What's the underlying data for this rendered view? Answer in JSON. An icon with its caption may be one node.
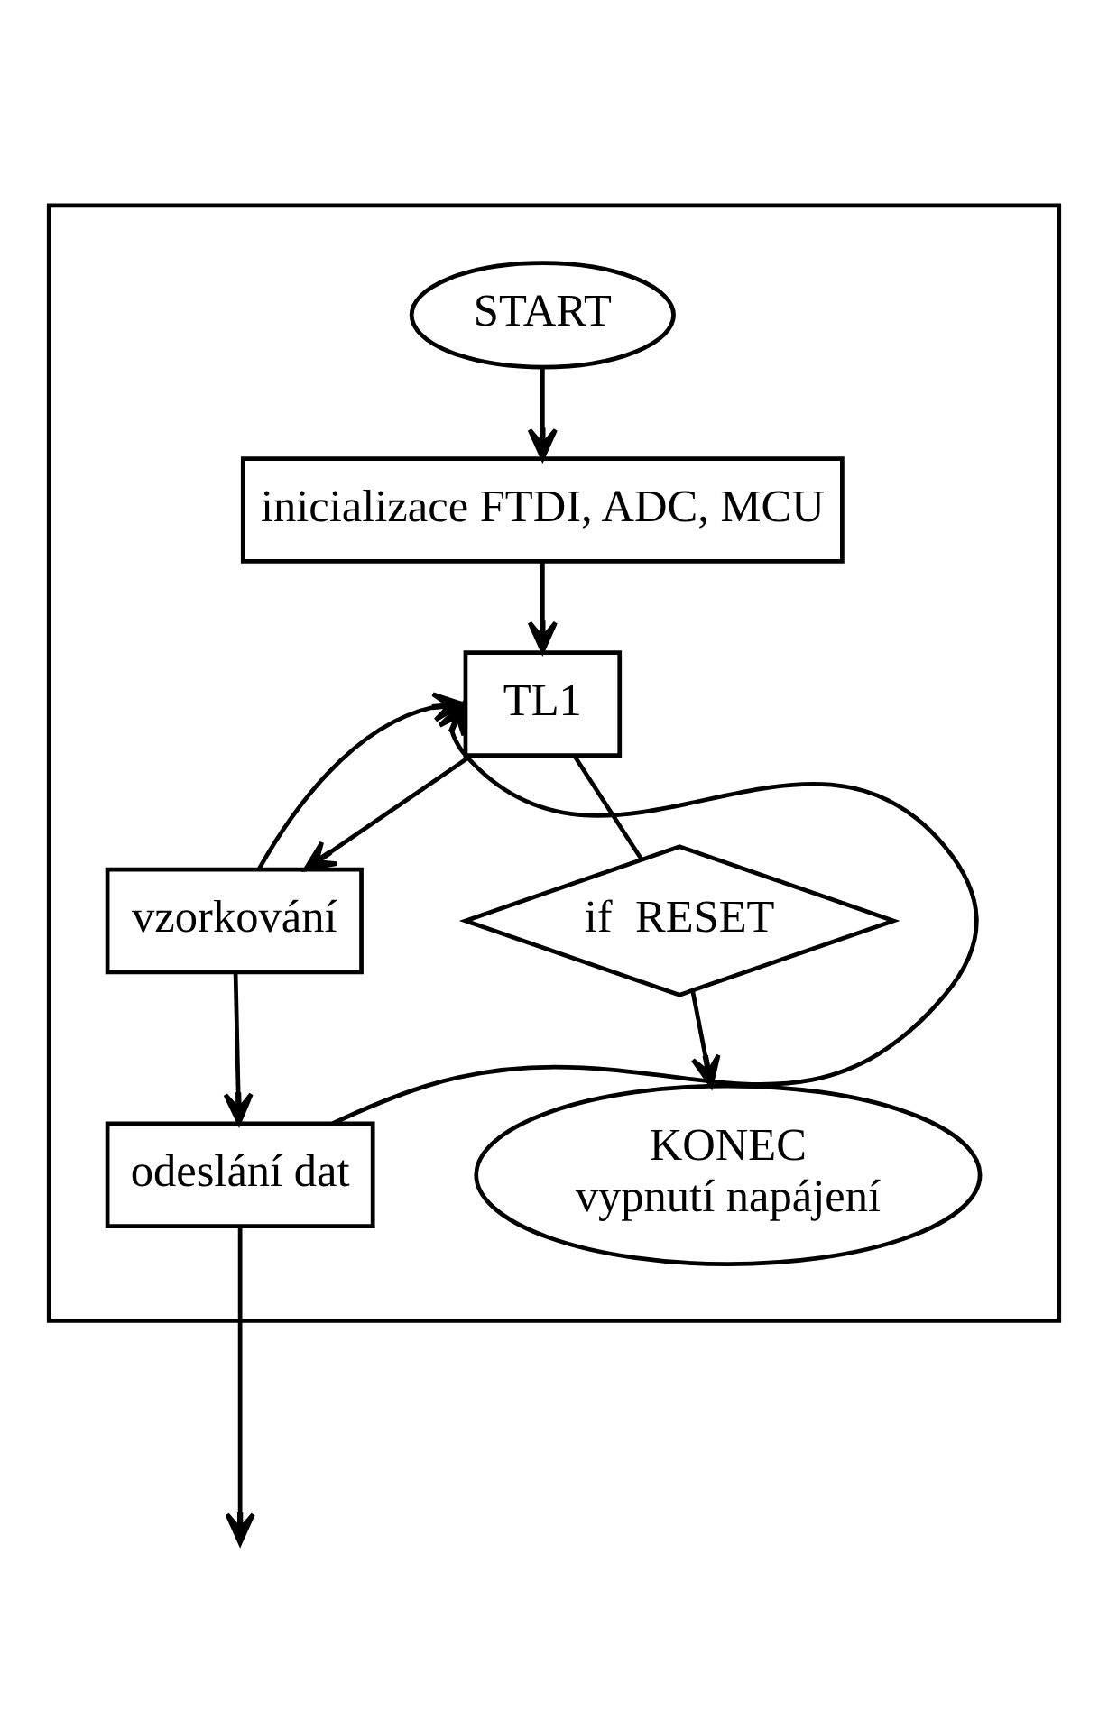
{
  "diagram": {
    "nodes": [
      {
        "text": [],
        "shape": "box"
      },
      {
        "text": [
          "START"
        ],
        "in": 0
      },
      {
        "text": [
          "inicializace FTDI, ADC, MCU"
        ],
        "in": 0
      },
      {
        "text": [
          "TL1"
        ],
        "in": 0
      },
      {
        "text": [
          "vzorkování"
        ],
        "in": 0
      },
      {
        "text": [
          "odeslání dat"
        ],
        "in": 0
      },
      {
        "text": [
          "if  RESET"
        ],
        "in": 0
      },
      {
        "text": [
          "KONEC",
          "vypnutí napájení"
        ],
        "in": 0
      }
    ],
    "edges": [
      {
        "from": 1,
        "to": 2,
        "arrow": "to"
      },
      {
        "from": 2,
        "to": 3,
        "arrow": "to"
      },
      {
        "from": 3,
        "to": 4,
        "arrow": "to"
      },
      {
        "from": 4,
        "to": 3,
        "arrow": "to"
      },
      {
        "from": 4,
        "to": 5,
        "arrow": "to"
      },
      {
        "from": 5,
        "to": 3,
        "arrow": "to"
      },
      {
        "from": 3,
        "to": 6,
        "arrow": "none"
      },
      {
        "from": 6,
        "to": 7,
        "arrow": "to"
      },
      {
        "from": 5,
        "to": null,
        "arrow": "to"
      }
    ]
  }
}
